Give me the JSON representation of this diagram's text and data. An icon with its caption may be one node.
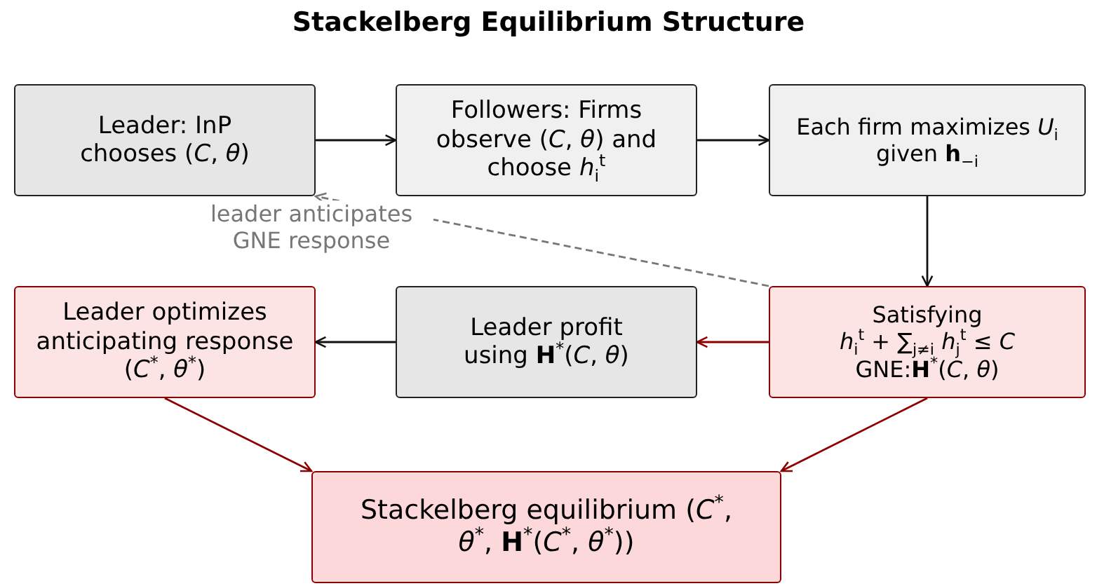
{
  "diagram": {
    "title": "Stackelberg Equilibrium Structure",
    "nodes": [
      {
        "text": [
          "Leader: InP chooses (*C*, *θ*)"
        ]
      },
      {
        "text": [
          "Followers: Firms observe (*C*, *θ*) and choose *h*$_{i}$$^{t}$"
        ]
      },
      {
        "text": [
          "Each firm maximizes *U*$_{i}$ given **h**$_{−i}$"
        ]
      },
      {
        "text": [
          "Leader optimizes anticipating response (*C*$^{*}$, *θ*$^{*}$)"
        ]
      },
      {
        "text": [
          "Leader profit using **H**$^{*}$(*C*, *θ*)"
        ]
      },
      {
        "text": [
          "Satisfying",
          "*h*$_{i}$$^{t}$ + ∑$_{j≠i}$ *h*$_{j}$$^{t}$ ≤ *C*",
          "GNE:**H**$^{*}$(*C*, *θ*)"
        ]
      },
      {
        "text": [
          "Stackelberg equilibrium (*C*$^{*}$, *θ*$^{*}$, **H**$^{*}$(*C*$^{*}$, *θ*$^{*}$))"
        ]
      }
    ],
    "edges": [
      {
        "from": 0,
        "to": 1,
        "arrow": "to"
      },
      {
        "from": 1,
        "to": 2,
        "arrow": "to"
      },
      {
        "from": 2,
        "to": 5,
        "arrow": "to"
      },
      {
        "from": 5,
        "to": 4,
        "arrow": "to",
        "color": "#8b0000"
      },
      {
        "from": 4,
        "to": 3,
        "arrow": "to"
      },
      {
        "from": 5,
        "to": 0,
        "arrow": "to",
        "label": "leader anticipates GNE response",
        "style": "dashed",
        "color": "#777777"
      },
      {
        "from": 3,
        "to": 6,
        "arrow": "to",
        "color": "#8b0000"
      },
      {
        "from": 5,
        "to": 6,
        "arrow": "to",
        "color": "#8b0000"
      }
    ]
  }
}
